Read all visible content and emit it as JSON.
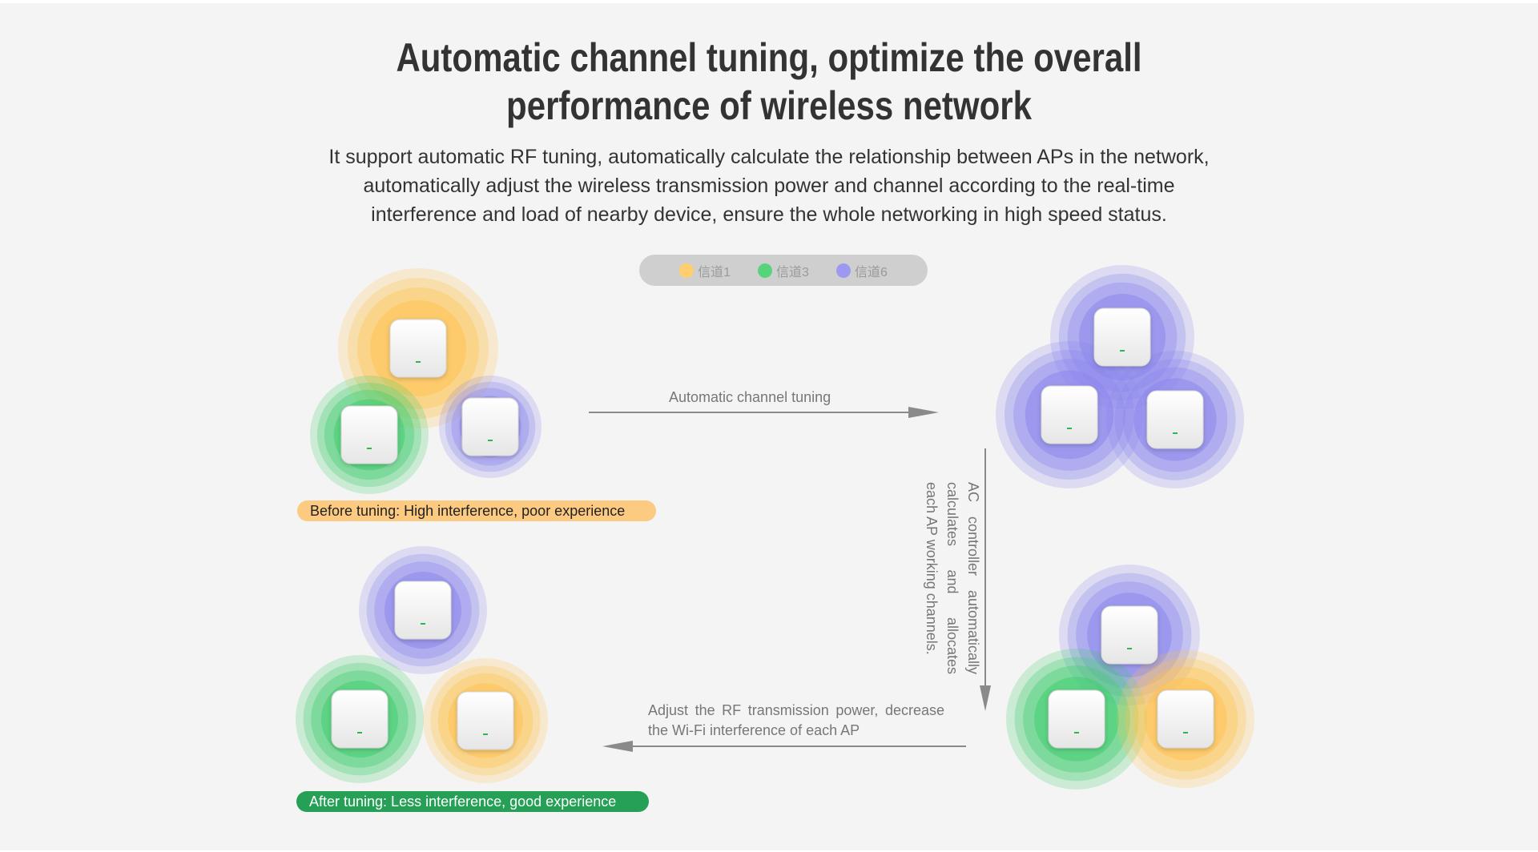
{
  "header": {
    "title_line1": "Automatic channel tuning, optimize the overall",
    "title_line2": "performance of wireless network",
    "desc_line1": "It support automatic RF tuning, automatically calculate the relationship between APs in the network,",
    "desc_line2": "automatically adjust the wireless transmission power and channel according to the real-time",
    "desc_line3": "interference and load of nearby device, ensure the whole networking in high speed status."
  },
  "legend": [
    {
      "label": "信道1",
      "color": "#ffcf6e"
    },
    {
      "label": "信道3",
      "color": "#55d47c"
    },
    {
      "label": "信道6",
      "color": "#9d98f0"
    }
  ],
  "colors": {
    "yellow": "#ffc24d",
    "green": "#3ccc6b",
    "purple": "#8a84ee",
    "arrow": "#888888"
  },
  "steps": {
    "arrow_top_label": "Automatic channel tuning",
    "vertical_line1": "AC controller automatically",
    "vertical_line2": "calculates and allocates",
    "vertical_line3": "each AP working channels.",
    "arrow_bottom_line1": "Adjust the RF transmission power, decrease",
    "arrow_bottom_line2": "the Wi-Fi interference of each AP",
    "before_label": "Before tuning: High interference, poor experience",
    "after_label": "After tuning: Less interference, good experience"
  },
  "groups": [
    {
      "name": "before",
      "aps": [
        {
          "channel": "yellow"
        },
        {
          "channel": "green"
        },
        {
          "channel": "purple"
        }
      ]
    },
    {
      "name": "all-same",
      "aps": [
        {
          "channel": "purple"
        },
        {
          "channel": "purple"
        },
        {
          "channel": "purple"
        }
      ]
    },
    {
      "name": "allocated",
      "aps": [
        {
          "channel": "purple"
        },
        {
          "channel": "green"
        },
        {
          "channel": "yellow"
        }
      ]
    },
    {
      "name": "after",
      "aps": [
        {
          "channel": "purple"
        },
        {
          "channel": "green"
        },
        {
          "channel": "yellow"
        }
      ]
    }
  ]
}
